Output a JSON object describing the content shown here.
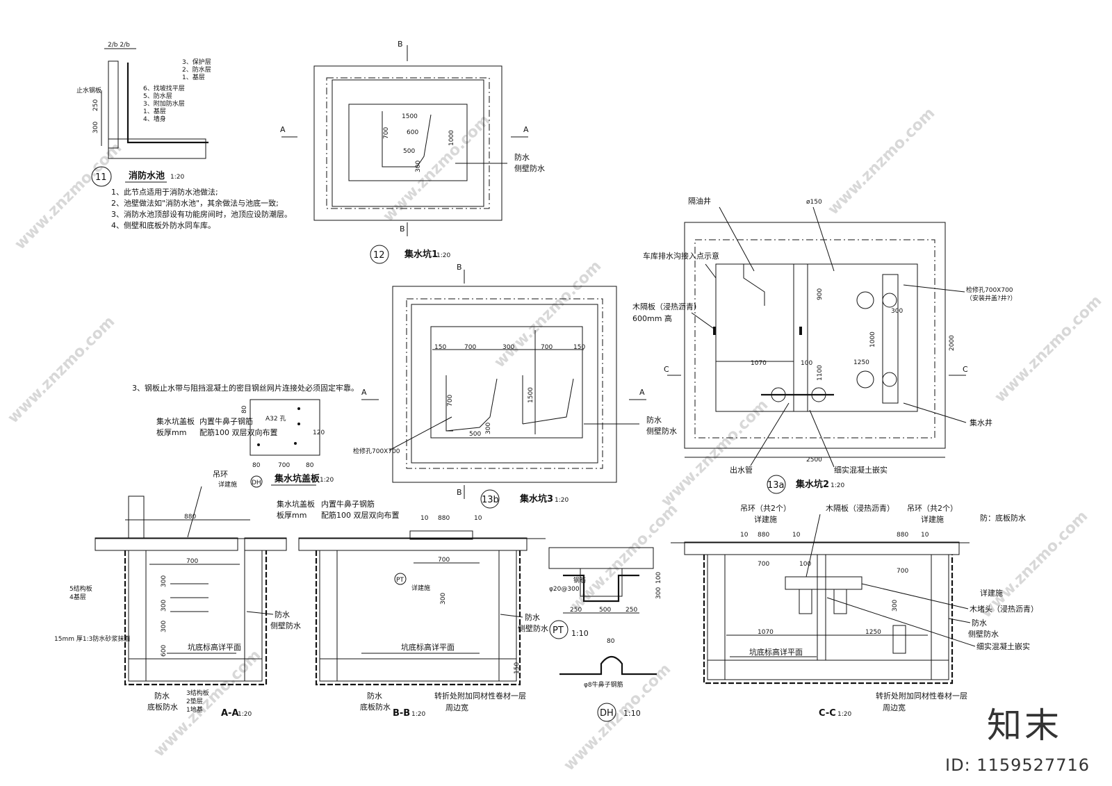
{
  "watermark": "www.znzmo.com",
  "brand": "知末",
  "id_tag": "ID: 1159527716",
  "detail11": {
    "number": "11",
    "title": "消防水池",
    "scale": "1:20",
    "top_dims": "2/b 2/b",
    "dim_250": "250",
    "dim_300": "300",
    "layers_top": [
      "3、保护层",
      "2、防水层",
      "1、基层"
    ],
    "layers_mid": [
      "6、找坡找平层",
      "5、防水层",
      "3、附加防水层",
      "1、基层",
      "4、墙身"
    ],
    "waterstop": "止水钢板",
    "notes": [
      "1、此节点适用于消防水池做法;",
      "2、池壁做法如\"消防水池\"，其余做法与池底一致;",
      "3、消防水池顶部设有功能房间时，池顶应设防潮层。",
      "4、侧壁和底板外防水同车库。"
    ]
  },
  "pit1": {
    "number": "12",
    "title": "集水坑1",
    "scale": "1:20",
    "dims": [
      "1500",
      "600",
      "700",
      "500",
      "300",
      "1000"
    ],
    "section_a": "A",
    "section_b": "B",
    "label_1": "防水",
    "label_2": "侧壁防水"
  },
  "pit3": {
    "number": "13b",
    "title": "集水坑3",
    "scale": "1:20",
    "dims_top": [
      "150",
      "700",
      "300",
      "700",
      "150"
    ],
    "dims_other": [
      "700",
      "1500",
      "500",
      "300"
    ],
    "manhole": "检修孔700X700",
    "section_a": "A",
    "section_b": "B",
    "label_1": "防水",
    "label_2": "侧壁防水"
  },
  "note3": "3、钢板止水带与阻挡混凝土的密目钢丝网片连接处必须固定牢靠。",
  "cover": {
    "title": "集水坑盖板",
    "scale": "1:20",
    "label_1": "集水坑盖板",
    "label_2": "板厚mm",
    "label_3": "内置牛鼻子钢筋",
    "label_4": "配筋100 双层双向布置",
    "hole": "A32 孔",
    "dims": [
      "80",
      "700",
      "80",
      "120",
      "80"
    ]
  },
  "pit2": {
    "number": "13a",
    "title": "集水坑2",
    "scale": "1:20",
    "oil_well": "隔油井",
    "pipe": "ø150",
    "drain_note": "车库排水沟接入点示意",
    "manhole": "检修孔700X700",
    "manhole_note": "（安装井盖?井?）",
    "board": "木隔板（浸热沥青）",
    "board_height": "600mm  高",
    "dims": [
      "900",
      "300",
      "1000",
      "2000",
      "1070",
      "100",
      "1250",
      "1100",
      "2500"
    ],
    "sump": "集水井",
    "outlet": "出水管",
    "fill": "细实混凝土嵌实",
    "section_c": "C"
  },
  "sectionAA": {
    "title": "A-A",
    "scale": "1:20",
    "cover_text": "集水坑盖板",
    "hook": "吊环",
    "hook_ref": "详建施",
    "dh": "DH",
    "dims": [
      "880",
      "700",
      "300",
      "300",
      "300",
      "600"
    ],
    "layer_left_1": "5结构板",
    "layer_left_2": "4基层",
    "mortar": "15mm 厚1:3防水砂浆抹面",
    "pit_bottom": "坑底标高详平面",
    "wp_1": "防水",
    "wp_2": "侧壁防水",
    "wp_3": "防水",
    "wp_4": "底板防水",
    "bottom_layers": [
      "3结构板",
      "2垫层",
      "1地基"
    ]
  },
  "sectionBB": {
    "title": "B-B",
    "scale": "1:20",
    "cover_1": "集水坑盖板",
    "cover_2": "板厚mm",
    "cover_3": "内置牛鼻子钢筋",
    "cover_4": "配筋100 双层双向布置",
    "dims": [
      "10",
      "880",
      "10",
      "700",
      "300",
      "150"
    ],
    "pt": "PT",
    "pt_ref": "详建施",
    "pit_bottom": "坑底标高详平面",
    "wp_1": "防水",
    "wp_2": "侧壁防水",
    "wp_3": "防水",
    "wp_4": "底板防水",
    "fold_note": "转折处附加同材性卷材一层",
    "perimeter": "周边宽"
  },
  "detailPT": {
    "label": "PT",
    "scale": "1:10",
    "rebar": "φ20@300",
    "rebar_word": "钢筋",
    "dims": [
      "250",
      "500",
      "250",
      "100",
      "300"
    ]
  },
  "detailDH": {
    "label": "DH",
    "scale": "1:10",
    "dim": "80",
    "rebar": "φ8牛鼻子钢筋"
  },
  "sectionCC": {
    "title": "C-C",
    "scale": "1:20",
    "hook_l": "吊环（共2个）",
    "hook_l_ref": "详建施",
    "board": "木隔板（浸热沥青）",
    "hook_r": "吊环（共2个）",
    "hook_r_ref": "详建施",
    "top_note": "防：底板防水",
    "dims": [
      "880",
      "10",
      "700",
      "100",
      "10",
      "880",
      "10",
      "700",
      "300",
      "1070",
      "1250"
    ],
    "pt_ref": "详建施",
    "plug": "木堵头（浸热沥青）",
    "wp_1": "防水",
    "wp_2": "侧壁防水",
    "fill": "细实混凝土嵌实",
    "pit_bottom": "坑底标高详平面",
    "fold_note": "转折处附加同材性卷材一层",
    "perimeter": "周边宽"
  }
}
